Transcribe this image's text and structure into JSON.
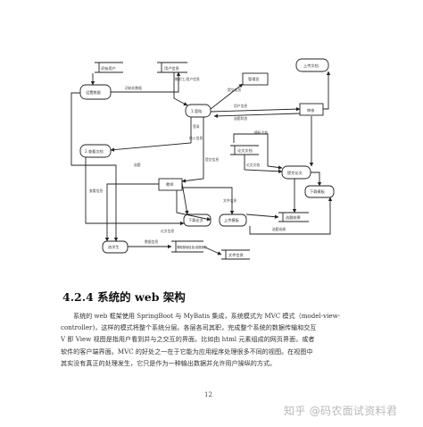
{
  "diagram": {
    "nodes": {
      "role_maintain": "初始用户",
      "user_info": "用户信息",
      "settle": "设置数据",
      "login": "1.登陆",
      "manage": "管理员",
      "upload_file": "上传文档",
      "audit": "审核",
      "check_doc": "2.查看文档",
      "doc_record": "论文文档",
      "submit_doc": "提交论文",
      "download": "下载模板",
      "teacher": "教师",
      "download_doc": "下载论文",
      "upload_task": "上传模板",
      "select_result": "选题结果",
      "student": "选学生",
      "doc_info": "课程基础信息/选题信息",
      "file_record": "文件信息"
    },
    "edges": [
      "初始化数据",
      "教职工/用户信息",
      "提交信息",
      "用户信息",
      "选题状态",
      "登录",
      "输入信息",
      "提交信息",
      "模板文档",
      "论文文档",
      "选题",
      "论文信息",
      "文件信息",
      "选题成绩",
      "查看信息",
      "数据信息"
    ]
  },
  "section": {
    "heading": "4.2.4 系统的 web 架构",
    "paragraph_lines": [
      "系统的 web 框架使用 SpringBoot 与 MyBatis 集成，系统模式为 MVC 模式（model-view-",
      "controller)，这样的模式将整个系统分层。各层各司其职，完成整个系统的数据传输和交互",
      "V 即 View 视图是指用户看到并与之交互的界面。比如由 html 元素组成的网页界面，或者",
      "软件的客户端界面。MVC 的好处之一在于它能为应用程序处理很多不同的视图。在视图中",
      "其实没有真正的处理发生，它只是作为一种输出数据并允许用户操纵的方式。"
    ]
  },
  "page_number": "12",
  "watermark": "知乎 @码农面试资料君"
}
